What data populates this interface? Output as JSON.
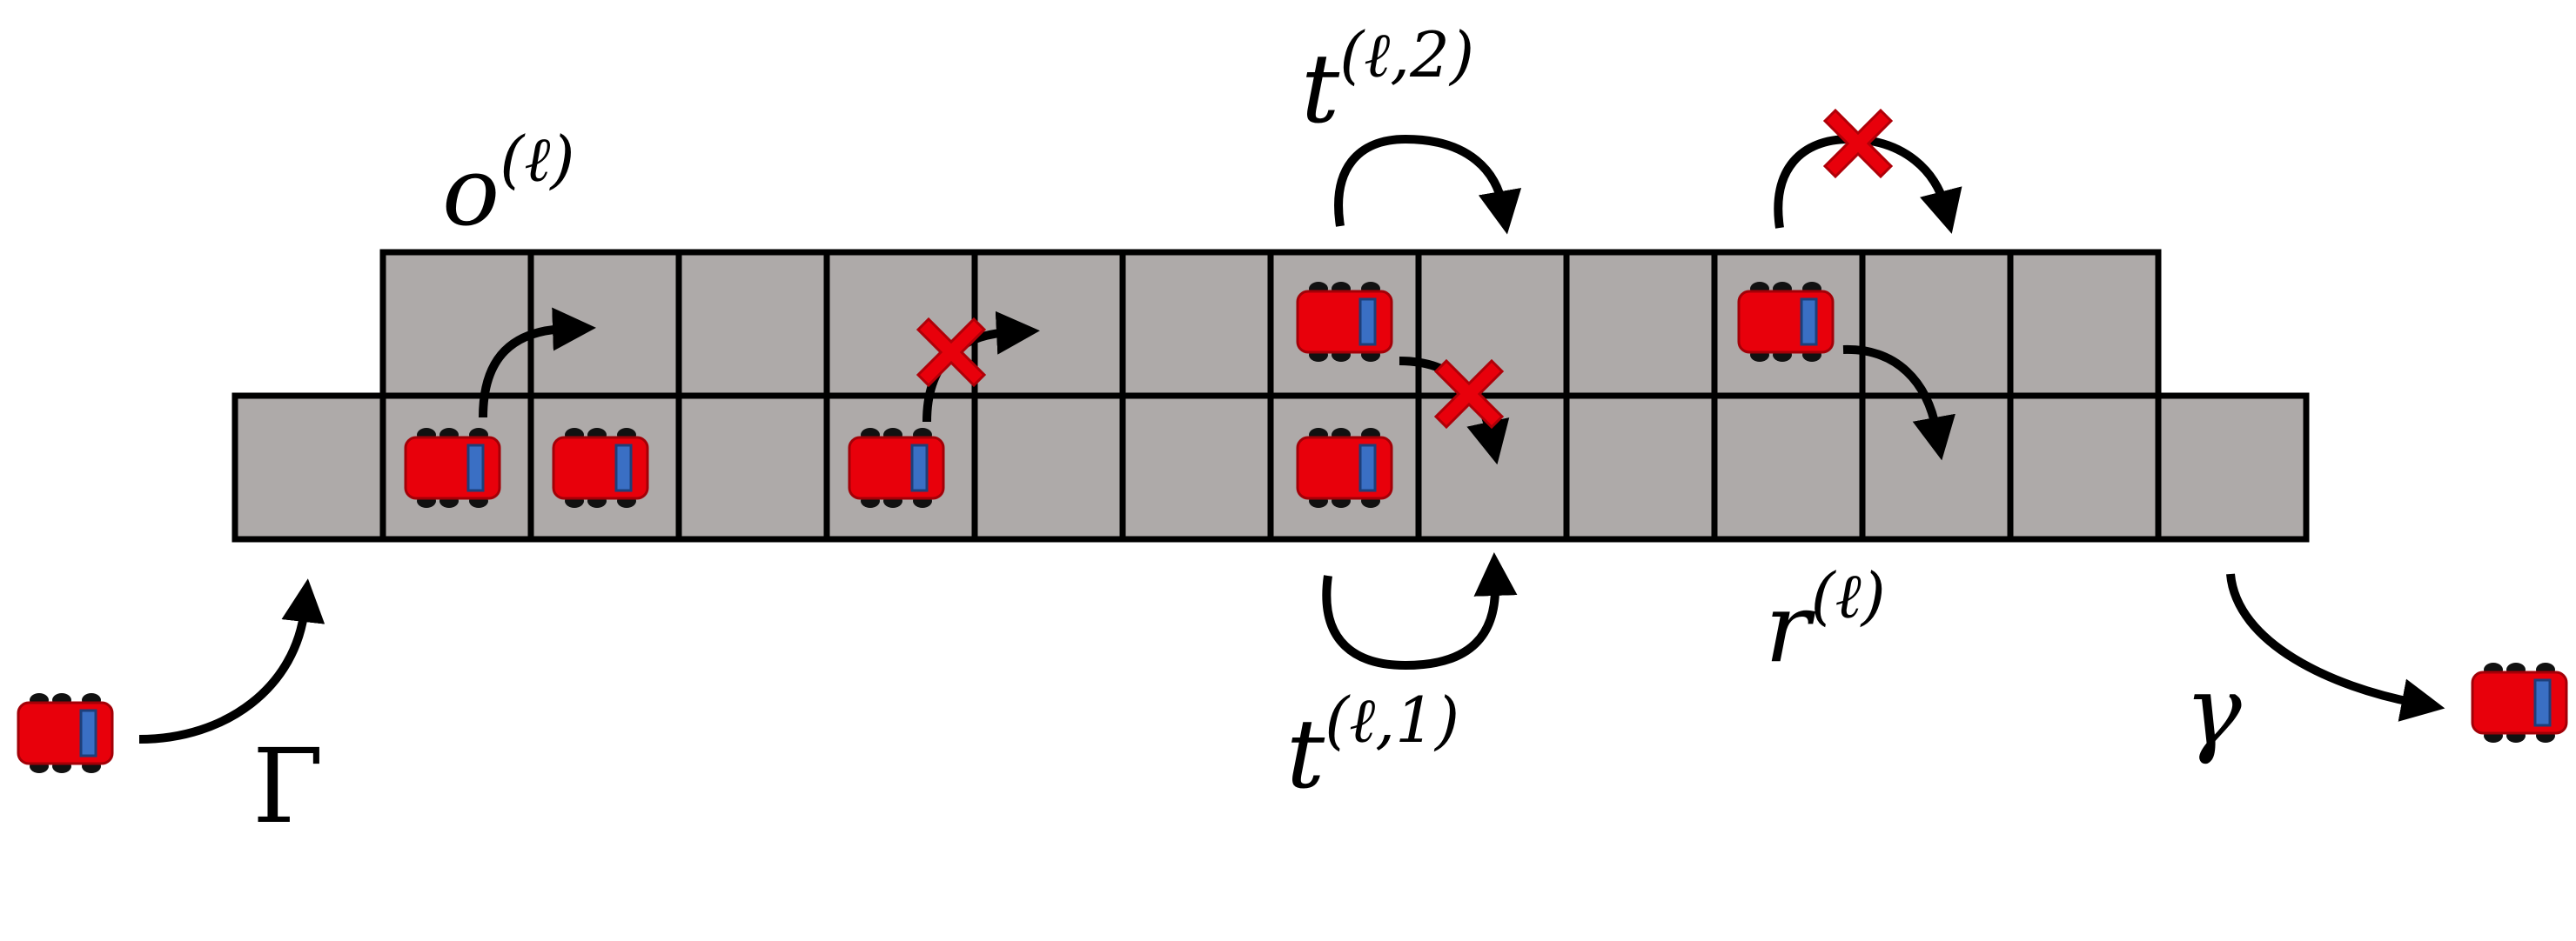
{
  "lanes": {
    "upper_cell_count": 12,
    "lower_cell_count": 14
  },
  "labels": {
    "overtake_base": "o",
    "overtake_sup": "(ℓ)",
    "return_base": "r",
    "return_sup": "(ℓ)",
    "lane_change_up_base": "t",
    "lane_change_up_sup": "(ℓ,2)",
    "lane_change_down_base": "t",
    "lane_change_down_sup": "(ℓ,1)",
    "entry_rate": "Γ",
    "exit_rate": "γ"
  },
  "colors": {
    "cell_fill": "#aeaaa9",
    "cell_border": "#000000",
    "car_body": "#e8000b",
    "car_window": "#3a6fc4",
    "blocked_cross": "#e8000b"
  },
  "icons": [
    "car-icon",
    "blocked-cross-icon",
    "arrowhead-icon"
  ]
}
